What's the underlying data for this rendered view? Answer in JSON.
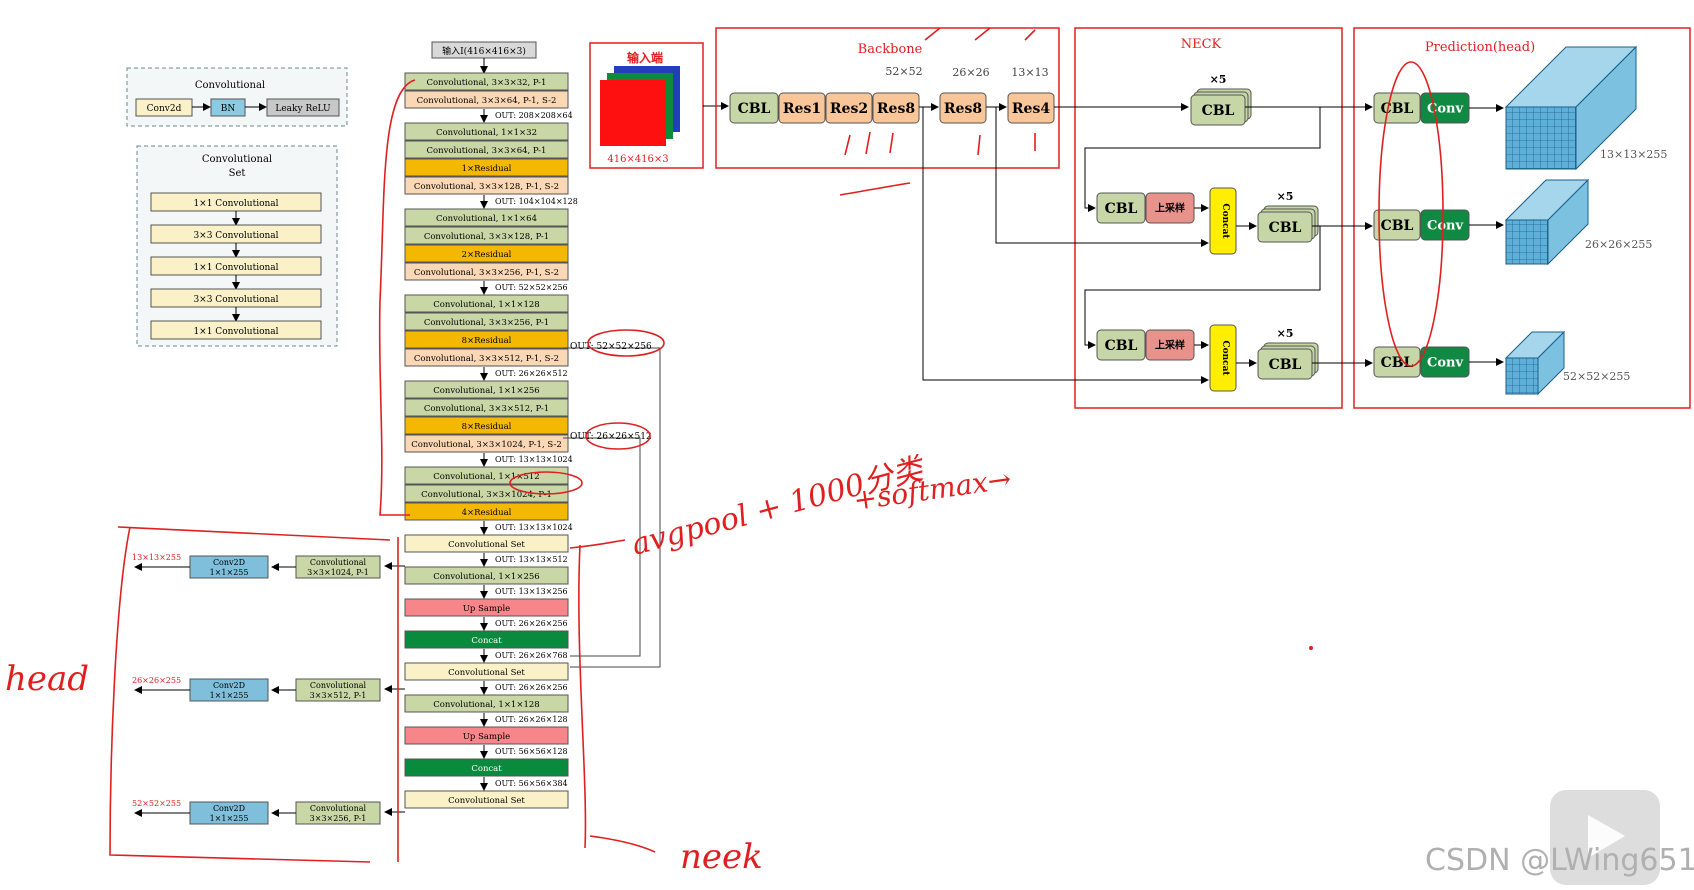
{
  "legend": {
    "conv": {
      "title": "Convolutional",
      "items": [
        "Conv2d",
        "BN",
        "Leaky ReLU"
      ]
    },
    "set": {
      "title_lines": [
        "Convolutional",
        "Set"
      ],
      "items": [
        "1×1 Convolutional",
        "3×3 Convolutional",
        "1×1 Convolutional",
        "3×3 Convolutional",
        "1×1 Convolutional"
      ]
    }
  },
  "darknet": {
    "input": "输入I(416×416×3)",
    "blocks": [
      {
        "kind": "conv",
        "label": "Convolutional, 3×3×32, P-1"
      },
      {
        "kind": "down",
        "label": "Convolutional, 3×3×64, P-1, S-2"
      },
      {
        "kind": "out",
        "label": "OUT: 208×208×64"
      },
      {
        "kind": "conv",
        "label": "Convolutional, 1×1×32"
      },
      {
        "kind": "conv",
        "label": "Convolutional, 3×3×64, P-1"
      },
      {
        "kind": "res",
        "label": "1×Residual"
      },
      {
        "kind": "down",
        "label": "Convolutional, 3×3×128, P-1, S-2"
      },
      {
        "kind": "out",
        "label": "OUT: 104×104×128"
      },
      {
        "kind": "conv",
        "label": "Convolutional, 1×1×64"
      },
      {
        "kind": "conv",
        "label": "Convolutional, 3×3×128, P-1"
      },
      {
        "kind": "res",
        "label": "2×Residual"
      },
      {
        "kind": "down",
        "label": "Convolutional, 3×3×256, P-1, S-2"
      },
      {
        "kind": "out",
        "label": "OUT: 52×52×256"
      },
      {
        "kind": "conv",
        "label": "Convolutional, 1×1×128"
      },
      {
        "kind": "conv",
        "label": "Convolutional, 3×3×256, P-1"
      },
      {
        "kind": "res",
        "label": "8×Residual"
      },
      {
        "kind": "down",
        "label": "Convolutional, 3×3×512, P-1, S-2"
      },
      {
        "kind": "out",
        "label": "OUT: 26×26×512"
      },
      {
        "kind": "conv",
        "label": "Convolutional, 1×1×256"
      },
      {
        "kind": "conv",
        "label": "Convolutional, 3×3×512, P-1"
      },
      {
        "kind": "res",
        "label": "8×Residual"
      },
      {
        "kind": "down",
        "label": "Convolutional, 3×3×1024, P-1, S-2"
      },
      {
        "kind": "out",
        "label": "OUT: 13×13×1024"
      },
      {
        "kind": "conv",
        "label": "Convolutional, 1×1×512"
      },
      {
        "kind": "conv",
        "label": "Convolutional, 3×3×1024, P-1"
      },
      {
        "kind": "res",
        "label": "4×Residual"
      },
      {
        "kind": "out",
        "label": "OUT: 13×13×1024"
      },
      {
        "kind": "set",
        "label": "Convolutional Set"
      },
      {
        "kind": "out",
        "label": "OUT: 13×13×512"
      },
      {
        "kind": "conv",
        "label": "Convolutional, 1×1×256"
      },
      {
        "kind": "out",
        "label": "OUT: 13×13×256"
      },
      {
        "kind": "up",
        "label": "Up Sample"
      },
      {
        "kind": "out",
        "label": "OUT: 26×26×256"
      },
      {
        "kind": "cat",
        "label": "Concat"
      },
      {
        "kind": "out",
        "label": "OUT: 26×26×768"
      },
      {
        "kind": "set",
        "label": "Convolutional Set"
      },
      {
        "kind": "out",
        "label": "OUT: 26×26×256"
      },
      {
        "kind": "conv",
        "label": "Convolutional, 1×1×128"
      },
      {
        "kind": "out",
        "label": "OUT: 26×26×128"
      },
      {
        "kind": "up",
        "label": "Up Sample"
      },
      {
        "kind": "out",
        "label": "OUT: 56×56×128"
      },
      {
        "kind": "cat",
        "label": "Concat"
      },
      {
        "kind": "out",
        "label": "OUT: 56×56×384"
      },
      {
        "kind": "set",
        "label": "Convolutional Set"
      }
    ],
    "side_outputs": [
      "OUT: 52×52×256",
      "OUT: 26×26×512"
    ],
    "heads": [
      {
        "conv": [
          "Convolutional",
          "3×3×1024, P-1"
        ],
        "conv2d": [
          "Conv2D",
          "1×1×255"
        ],
        "out": "13×13×255"
      },
      {
        "conv": [
          "Convolutional",
          "3×3×512, P-1"
        ],
        "conv2d": [
          "Conv2D",
          "1×1×255"
        ],
        "out": "26×26×255"
      },
      {
        "conv": [
          "Convolutional",
          "3×3×256, P-1"
        ],
        "conv2d": [
          "Conv2D",
          "1×1×255"
        ],
        "out": "52×52×255"
      }
    ]
  },
  "arch": {
    "input_label": "输入端",
    "input_size": "416×416×3",
    "backbone_title": "Backbone",
    "neck_title": "NECK",
    "pred_title": "Prediction(head)",
    "backbone_blocks": [
      "CBL",
      "Res1",
      "Res2",
      "Res8",
      "Res8",
      "Res4"
    ],
    "scale_labels": [
      "52×52",
      "26×26",
      "13×13"
    ],
    "cbl": "CBL",
    "conv": "Conv",
    "upsample": "上采样",
    "concat": "Concat",
    "times5": "×5",
    "outputs": [
      "13×13×255",
      "26×26×255",
      "52×52×255"
    ]
  },
  "notes": {
    "head": "head",
    "neck": "neek",
    "avgpool": "avgpool + 1000分类",
    "softmax": "+softmax→"
  },
  "watermark": "CSDN @LWing651",
  "colors": {
    "conv": "#c9d6a5",
    "down": "#fad7b5",
    "res": "#f5b800",
    "up": "#f7868a",
    "cat": "#0a8a3c",
    "set": "#fbf1c8",
    "head_blue": "#7fbfdc",
    "red_ink": "#e02020",
    "res_orange": "#f9c69a",
    "cbl_green": "#c7d6a6",
    "conv_green": "#108a42",
    "concat_yellow": "#ffee00",
    "upsample_red": "#e8928c"
  }
}
